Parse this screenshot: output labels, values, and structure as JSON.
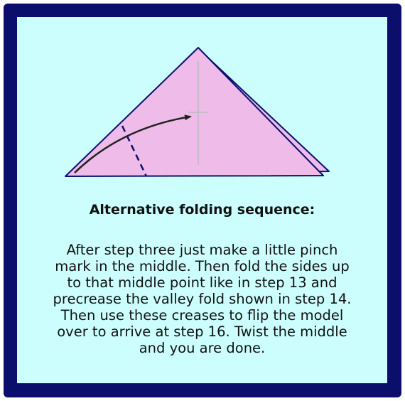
{
  "colors": {
    "frame_border": "#0b0f6b",
    "panel_background": "#ccfefe",
    "paper_fill": "#efbbe9",
    "paper_outline": "#0b0f6b",
    "pinch_mark": "#bbbbbb",
    "arrow": "#222222",
    "valley_fold_line": "#0b0f6b"
  },
  "diagram": {
    "shape": "folded paper triangle",
    "marks": [
      "pinch-mark",
      "valley-fold-line",
      "fold-arrow"
    ]
  },
  "heading": "Alternative folding sequence:",
  "paragraph_lines": [
    "After step three just make a little pinch",
    "mark in the middle. Then fold the sides up",
    "to that middle point like in step 13 and",
    "precrease the valley fold shown in step 14.",
    "Then use these creases to flip the model",
    "over to arrive at step 16. Twist the middle",
    "and you are done."
  ]
}
